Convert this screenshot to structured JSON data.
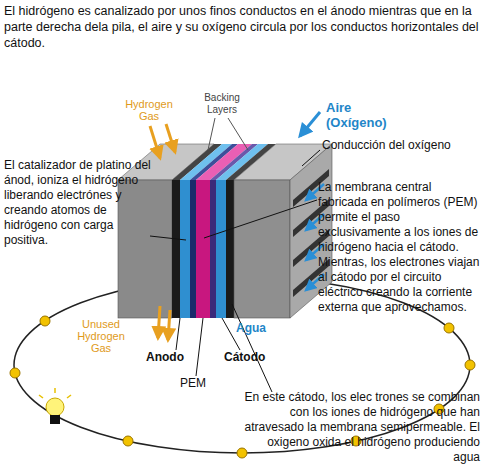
{
  "diagram": {
    "labels": [
      "El hidrógeno es canalizado por unos finos conductos en el ánodo mientras que en la parte derecha dela pila, el aire y su oxígeno circula por los conductos horizontales del cátodo.",
      "Hydrogen Gas",
      "Backing Layers",
      "Aire (Oxígeno)",
      "Conducción del oxígeno",
      "El catalizador de platino del ánod, ioniza el hidrógeno liberando electrónes y creando atomos de hidrógeno con carga positiva.",
      "La membrana central fabricada en polímeros (PEM) permite el paso exclusivamente a los iones de hidrógeno hacia el cátodo. Mientras, los electrones viajan al cátodo por el circuito eléctrico creando la corriente externa que aprovechamos.",
      "Unused Hydrogen Gas",
      "Agua",
      "Anodo",
      "PEM",
      "Cátodo",
      "En este cátodo, los elec trones se combinan con los iones de hidrógeno que han atravesado la membrana semipermeable. El oxigeno oxida el hidrógeno produciendo agua"
    ]
  }
}
